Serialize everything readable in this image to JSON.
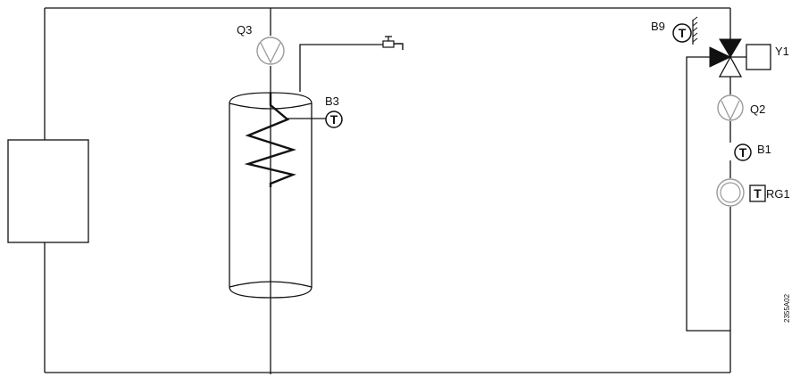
{
  "labels": {
    "q3": "Q3",
    "b3": "B3",
    "b9": "B9",
    "y1": "Y1",
    "q2": "Q2",
    "b1": "B1",
    "rg1": "RG1",
    "drawing_number": "2355A02"
  },
  "sensor_symbol": "T",
  "icons": [
    "boiler-box",
    "pump-q3",
    "dhw-tank",
    "heating-coil",
    "tap-icon",
    "sensor-b3",
    "sensor-b9",
    "mixing-valve",
    "actuator-y1",
    "pump-q2",
    "sensor-b1",
    "room-unit-rg1"
  ]
}
